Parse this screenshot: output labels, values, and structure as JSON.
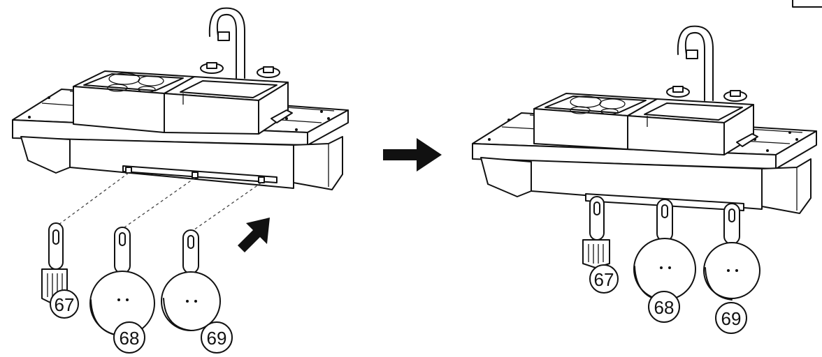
{
  "labels": {
    "spatula": "67",
    "pan_large": "68",
    "pan_small": "69"
  },
  "colors": {
    "line": "#111111",
    "fill": "#ffffff",
    "arrow": "#111111"
  },
  "icons": {
    "assembly_arrow": "arrow-right-icon",
    "insert_arrow": "arrow-up-right-icon"
  }
}
